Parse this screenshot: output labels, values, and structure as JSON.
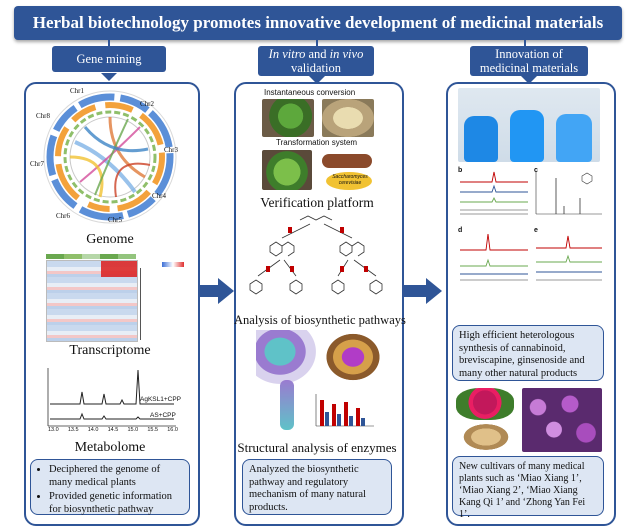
{
  "header": {
    "title": "Herbal biotechnology promotes innovative development of medicinal materials"
  },
  "columns": {
    "left": {
      "title": "Gene mining",
      "labels": {
        "genome": "Genome",
        "transcriptome": "Transcriptome",
        "metabolome": "Metabolome"
      },
      "chromosomes": [
        "Chr1",
        "Chr2",
        "Chr3",
        "Chr4",
        "Chr5",
        "Chr6",
        "Chr7",
        "Chr8"
      ],
      "metabolome_plot": {
        "legend_a": "AgKSL1+CPP",
        "legend_b": "AS+CPP",
        "xticks": [
          "13.0",
          "13.5",
          "14.0",
          "14.5",
          "15.0",
          "15.5",
          "16.0"
        ]
      },
      "notes": [
        "Deciphered the genome of many medical plants",
        "Provided genetic information for biosynthetic pathway"
      ]
    },
    "middle": {
      "title_part1": "In vitro",
      "title_part2": " and ",
      "title_part3": "in vivo",
      "title_part4": " validation",
      "labels": {
        "instant": "Instantaneous conversion",
        "transformation": "Transformation system",
        "yeast": "Saccharomyces cerevisiae",
        "verification": "Verification platform",
        "pathways": "Analysis of biosynthetic pathways",
        "enzymes": "Structural analysis of enzymes"
      },
      "note": "Analyzed the biosynthetic pathway and regulatory mechanism of many natural products."
    },
    "right": {
      "title_line1": "Innovation of",
      "title_line2": "medicinal materials",
      "panel_letters": [
        "b",
        "c",
        "d",
        "e"
      ],
      "note1": "High efficient heterologous synthesis of cannabinoid, breviscapine, ginsenoside and many other natural products",
      "note2": "New cultivars of many medical plants such as ‘Miao Xiang 1’, ‘Miao Xiang 2’, ‘Miao Xiang Kang Qi 1’ and ‘Zhong Yan Fei 1’."
    }
  },
  "colors": {
    "brand": "#2f5597",
    "note_fill": "#dde6f3"
  }
}
